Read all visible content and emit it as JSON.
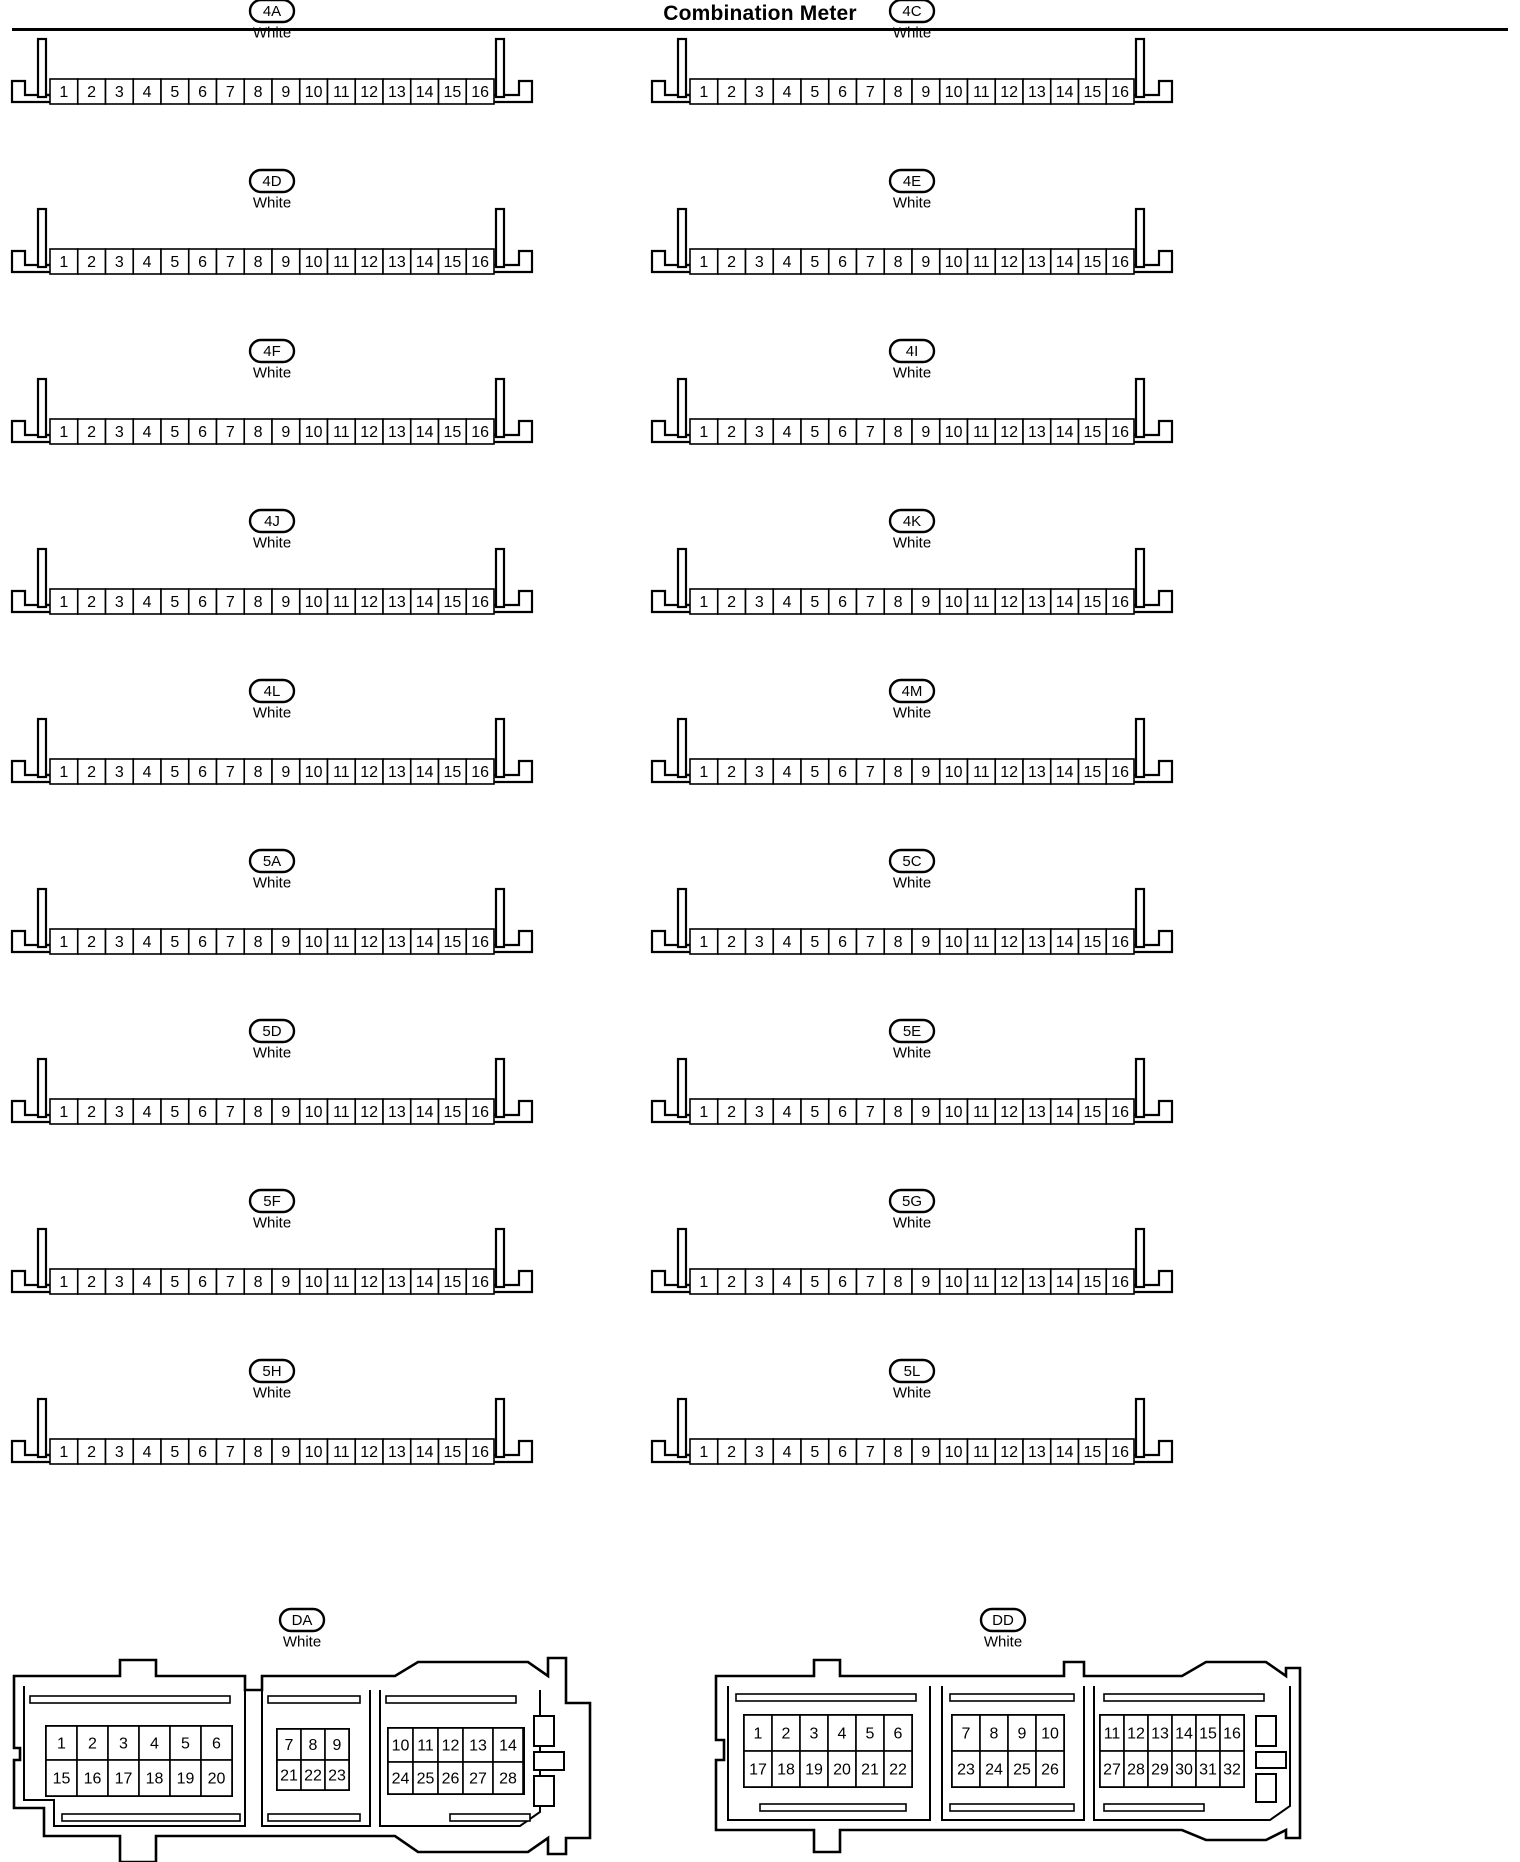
{
  "page": {
    "title": "Combination Meter"
  },
  "connectors": [
    {
      "id": "4A",
      "color": "White",
      "pins": [
        "1",
        "2",
        "3",
        "4",
        "5",
        "6",
        "7",
        "8",
        "9",
        "10",
        "11",
        "12",
        "13",
        "14",
        "15",
        "16"
      ]
    },
    {
      "id": "4C",
      "color": "White",
      "pins": [
        "1",
        "2",
        "3",
        "4",
        "5",
        "6",
        "7",
        "8",
        "9",
        "10",
        "11",
        "12",
        "13",
        "14",
        "15",
        "16"
      ]
    },
    {
      "id": "4D",
      "color": "White",
      "pins": [
        "1",
        "2",
        "3",
        "4",
        "5",
        "6",
        "7",
        "8",
        "9",
        "10",
        "11",
        "12",
        "13",
        "14",
        "15",
        "16"
      ]
    },
    {
      "id": "4E",
      "color": "White",
      "pins": [
        "1",
        "2",
        "3",
        "4",
        "5",
        "6",
        "7",
        "8",
        "9",
        "10",
        "11",
        "12",
        "13",
        "14",
        "15",
        "16"
      ]
    },
    {
      "id": "4F",
      "color": "White",
      "pins": [
        "1",
        "2",
        "3",
        "4",
        "5",
        "6",
        "7",
        "8",
        "9",
        "10",
        "11",
        "12",
        "13",
        "14",
        "15",
        "16"
      ]
    },
    {
      "id": "4I",
      "color": "White",
      "pins": [
        "1",
        "2",
        "3",
        "4",
        "5",
        "6",
        "7",
        "8",
        "9",
        "10",
        "11",
        "12",
        "13",
        "14",
        "15",
        "16"
      ]
    },
    {
      "id": "4J",
      "color": "White",
      "pins": [
        "1",
        "2",
        "3",
        "4",
        "5",
        "6",
        "7",
        "8",
        "9",
        "10",
        "11",
        "12",
        "13",
        "14",
        "15",
        "16"
      ]
    },
    {
      "id": "4K",
      "color": "White",
      "pins": [
        "1",
        "2",
        "3",
        "4",
        "5",
        "6",
        "7",
        "8",
        "9",
        "10",
        "11",
        "12",
        "13",
        "14",
        "15",
        "16"
      ]
    },
    {
      "id": "4L",
      "color": "White",
      "pins": [
        "1",
        "2",
        "3",
        "4",
        "5",
        "6",
        "7",
        "8",
        "9",
        "10",
        "11",
        "12",
        "13",
        "14",
        "15",
        "16"
      ]
    },
    {
      "id": "4M",
      "color": "White",
      "pins": [
        "1",
        "2",
        "3",
        "4",
        "5",
        "6",
        "7",
        "8",
        "9",
        "10",
        "11",
        "12",
        "13",
        "14",
        "15",
        "16"
      ]
    },
    {
      "id": "5A",
      "color": "White",
      "pins": [
        "1",
        "2",
        "3",
        "4",
        "5",
        "6",
        "7",
        "8",
        "9",
        "10",
        "11",
        "12",
        "13",
        "14",
        "15",
        "16"
      ]
    },
    {
      "id": "5C",
      "color": "White",
      "pins": [
        "1",
        "2",
        "3",
        "4",
        "5",
        "6",
        "7",
        "8",
        "9",
        "10",
        "11",
        "12",
        "13",
        "14",
        "15",
        "16"
      ]
    },
    {
      "id": "5D",
      "color": "White",
      "pins": [
        "1",
        "2",
        "3",
        "4",
        "5",
        "6",
        "7",
        "8",
        "9",
        "10",
        "11",
        "12",
        "13",
        "14",
        "15",
        "16"
      ]
    },
    {
      "id": "5E",
      "color": "White",
      "pins": [
        "1",
        "2",
        "3",
        "4",
        "5",
        "6",
        "7",
        "8",
        "9",
        "10",
        "11",
        "12",
        "13",
        "14",
        "15",
        "16"
      ]
    },
    {
      "id": "5F",
      "color": "White",
      "pins": [
        "1",
        "2",
        "3",
        "4",
        "5",
        "6",
        "7",
        "8",
        "9",
        "10",
        "11",
        "12",
        "13",
        "14",
        "15",
        "16"
      ]
    },
    {
      "id": "5G",
      "color": "White",
      "pins": [
        "1",
        "2",
        "3",
        "4",
        "5",
        "6",
        "7",
        "8",
        "9",
        "10",
        "11",
        "12",
        "13",
        "14",
        "15",
        "16"
      ]
    },
    {
      "id": "5H",
      "color": "White",
      "pins": [
        "1",
        "2",
        "3",
        "4",
        "5",
        "6",
        "7",
        "8",
        "9",
        "10",
        "11",
        "12",
        "13",
        "14",
        "15",
        "16"
      ]
    },
    {
      "id": "5L",
      "color": "White",
      "pins": [
        "1",
        "2",
        "3",
        "4",
        "5",
        "6",
        "7",
        "8",
        "9",
        "10",
        "11",
        "12",
        "13",
        "14",
        "15",
        "16"
      ]
    }
  ],
  "block_connectors": [
    {
      "id": "DA",
      "color": "White",
      "groups": [
        {
          "top": [
            "1",
            "2",
            "3",
            "4",
            "5",
            "6"
          ],
          "bottom": [
            "15",
            "16",
            "17",
            "18",
            "19",
            "20"
          ]
        },
        {
          "top": [
            "7",
            "8",
            "9"
          ],
          "bottom": [
            "21",
            "22",
            "23"
          ]
        },
        {
          "top": [
            "10",
            "11",
            "12",
            "13",
            "14"
          ],
          "bottom": [
            "24",
            "25",
            "26",
            "27",
            "28"
          ]
        }
      ]
    },
    {
      "id": "DD",
      "color": "White",
      "groups": [
        {
          "top": [
            "1",
            "2",
            "3",
            "4",
            "5",
            "6"
          ],
          "bottom": [
            "17",
            "18",
            "19",
            "20",
            "21",
            "22"
          ]
        },
        {
          "top": [
            "7",
            "8",
            "9",
            "10"
          ],
          "bottom": [
            "23",
            "24",
            "25",
            "26"
          ]
        },
        {
          "top": [
            "11",
            "12",
            "13",
            "14",
            "15",
            "16"
          ],
          "bottom": [
            "27",
            "28",
            "29",
            "30",
            "31",
            "32"
          ]
        }
      ]
    }
  ]
}
